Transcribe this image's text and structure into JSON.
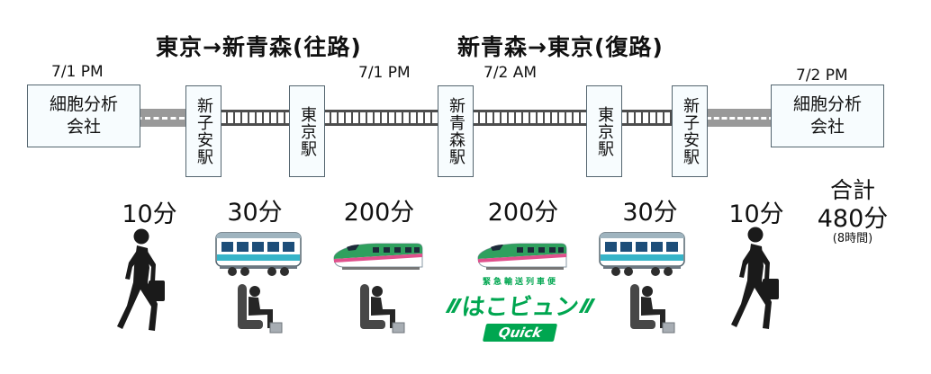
{
  "titles": {
    "outbound": "東京→新青森(往路)",
    "inbound": "新青森→東京(復路)"
  },
  "times": {
    "company_departure": "7/1 PM",
    "tokyo_departure": "7/1 PM",
    "shin_aomori_arrival": "7/2 AM",
    "company_arrival": "7/2 PM"
  },
  "nodes": {
    "company": {
      "line1": "細胞分析",
      "line2": "会社"
    },
    "shin_koyasu": "新子安駅",
    "tokyo": "東京駅",
    "shin_aomori": "新青森駅"
  },
  "durations": {
    "walk_out": "10分",
    "local_out": "30分",
    "shinkansen_out": "200分",
    "shinkansen_in": "200分",
    "local_in": "30分",
    "walk_in": "10分"
  },
  "total": {
    "label": "合計",
    "value": "480分",
    "note": "(8時間)"
  },
  "logo": {
    "tagline": "緊急輸送列車便",
    "name": "はこビュン",
    "sub": "Quick"
  },
  "icons": {
    "walk": "walking-person-icon",
    "local_train": "local-train-icon",
    "shinkansen": "shinkansen-icon",
    "seat": "seated-passenger-with-box-icon",
    "speed_lines": "speed-lines-icon"
  },
  "colors": {
    "brand_green": "#00A650",
    "rail": "#4d4d4d",
    "road": "#999999",
    "local_train_stripe": "#36b4c8",
    "shinkansen_green": "#2fa05e",
    "shinkansen_stripe": "#e0508c",
    "window_blue": "#1d4e79"
  }
}
